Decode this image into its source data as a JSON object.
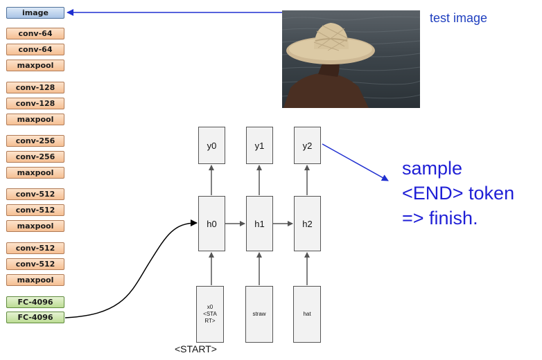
{
  "cnn_layers": {
    "image": "image",
    "items": [
      "conv-64",
      "conv-64",
      "maxpool",
      "conv-128",
      "conv-128",
      "maxpool",
      "conv-256",
      "conv-256",
      "maxpool",
      "conv-512",
      "conv-512",
      "maxpool",
      "conv-512",
      "conv-512",
      "maxpool"
    ],
    "fc": [
      "FC-4096",
      "FC-4096"
    ]
  },
  "test_image_label": "test image",
  "rnn": {
    "outputs": [
      "y0",
      "y1",
      "y2"
    ],
    "hidden": [
      "h0",
      "h1",
      "h2"
    ],
    "inputs": [
      "x0\n<STA\nRT>",
      "straw",
      "hat"
    ],
    "start_token": "<START>"
  },
  "annotation": "sample\n<END> token\n=> finish.",
  "colors": {
    "conv_layer": "#f5bf93",
    "image_layer": "#a9c4e6",
    "fc_layer": "#bcdc94",
    "annotation_blue": "#1f1fd6",
    "arrow_blue": "#1f2fd0"
  },
  "icons": {
    "photo": "man-in-straw-hat-photo"
  }
}
